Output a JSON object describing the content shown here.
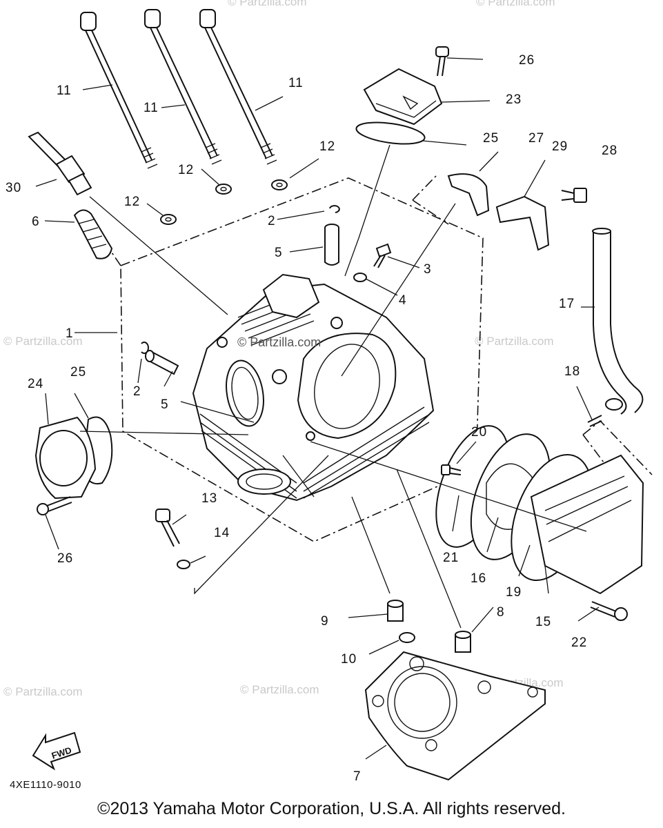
{
  "callouts": {
    "c1": "1",
    "c2a": "2",
    "c2b": "2",
    "c3": "3",
    "c4": "4",
    "c5a": "5",
    "c5b": "5",
    "c6": "6",
    "c7": "7",
    "c8": "8",
    "c9": "9",
    "c10": "10",
    "c11a": "11",
    "c11b": "11",
    "c11c": "11",
    "c12a": "12",
    "c12b": "12",
    "c12c": "12",
    "c13": "13",
    "c14": "14",
    "c15": "15",
    "c16": "16",
    "c17": "17",
    "c18": "18",
    "c19": "19",
    "c20": "20",
    "c21": "21",
    "c22": "22",
    "c23": "23",
    "c24": "24",
    "c25a": "25",
    "c25b": "25",
    "c26a": "26",
    "c26b": "26",
    "c27": "27",
    "c28": "28",
    "c29": "29",
    "c30": "30"
  },
  "watermark": "© Partzilla.com",
  "fwd_label": "FWD",
  "diagram_code": "4XE1110-9010",
  "copyright": "©2013 Yamaha Motor Corporation, U.S.A. All rights reserved."
}
